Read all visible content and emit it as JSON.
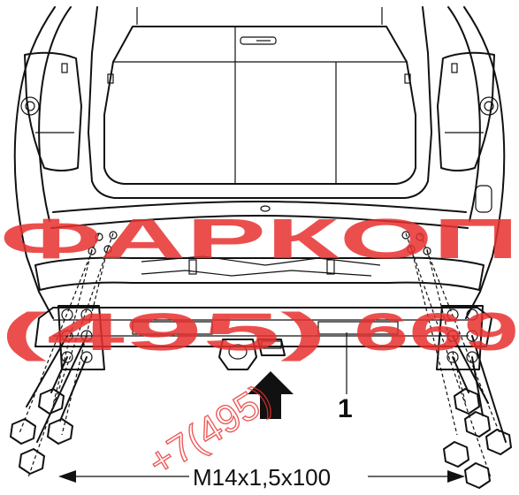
{
  "diagram": {
    "callout_number": "1",
    "bolt_spec": "M14x1,5x100"
  },
  "watermark": {
    "brand": "ФАРКОП",
    "phone_area": "(495)",
    "phone_digits": "669",
    "phone_prefix": "+7(495)"
  },
  "icons": {
    "insertion_arrow": "up-arrow-icon",
    "dimension_arrows": "double-headed-arrow"
  }
}
